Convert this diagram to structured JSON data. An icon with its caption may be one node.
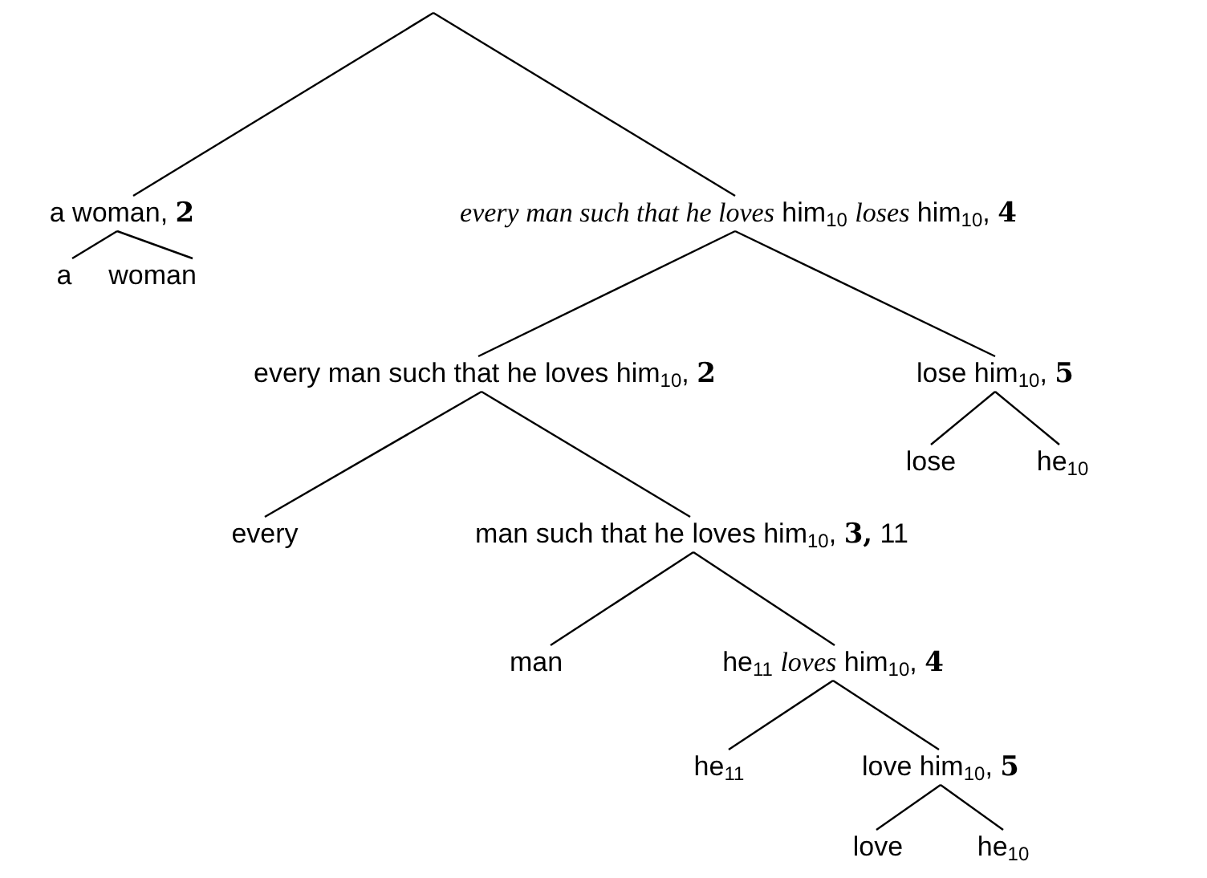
{
  "diagram": {
    "nodes": [
      {
        "text": [
          "a woman, **2**"
        ]
      },
      {
        "text": [
          "*every man such that he loves* him$_{10}$ *loses* him$_{10}$, **4**"
        ]
      },
      {
        "text": [
          "a"
        ]
      },
      {
        "text": [
          "woman"
        ]
      },
      {
        "text": [
          "every man such that he loves him$_{10}$, **2**"
        ]
      },
      {
        "text": [
          "lose him$_{10}$, **5**"
        ]
      },
      {
        "text": [
          "lose"
        ]
      },
      {
        "text": [
          "he$_{10}$"
        ]
      },
      {
        "text": [
          "every"
        ]
      },
      {
        "text": [
          "man such that he loves him$_{10}$, **3,** 11"
        ]
      },
      {
        "text": [
          "man"
        ]
      },
      {
        "text": [
          "he$_{11}$ *loves* him$_{10}$, **4**"
        ]
      },
      {
        "text": [
          "he$_{11}$"
        ]
      },
      {
        "text": [
          "love him$_{10}$, **5**"
        ]
      },
      {
        "text": [
          "love"
        ]
      },
      {
        "text": [
          "he$_{10}$"
        ]
      }
    ],
    "edges": [
      {
        "from": null,
        "to": 0,
        "arrow": "none"
      },
      {
        "from": null,
        "to": 1,
        "arrow": "none"
      },
      {
        "from": 0,
        "to": 2,
        "arrow": "none"
      },
      {
        "from": 0,
        "to": 3,
        "arrow": "none"
      },
      {
        "from": 1,
        "to": 4,
        "arrow": "none"
      },
      {
        "from": 1,
        "to": 5,
        "arrow": "none"
      },
      {
        "from": 4,
        "to": 8,
        "arrow": "none"
      },
      {
        "from": 4,
        "to": 9,
        "arrow": "none"
      },
      {
        "from": 5,
        "to": 6,
        "arrow": "none"
      },
      {
        "from": 5,
        "to": 7,
        "arrow": "none"
      },
      {
        "from": 9,
        "to": 10,
        "arrow": "none"
      },
      {
        "from": 9,
        "to": 11,
        "arrow": "none"
      },
      {
        "from": 11,
        "to": 12,
        "arrow": "none"
      },
      {
        "from": 11,
        "to": 13,
        "arrow": "none"
      },
      {
        "from": 13,
        "to": 14,
        "arrow": "none"
      },
      {
        "from": 13,
        "to": 15,
        "arrow": "none"
      }
    ]
  }
}
